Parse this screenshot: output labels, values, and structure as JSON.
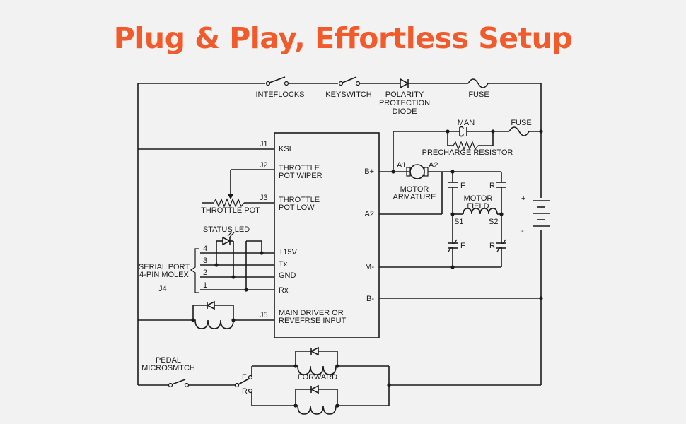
{
  "title": "Plug & Play, Effortless Setup",
  "top_line": {
    "interlocks": "INTEFLOCKS",
    "keyswitch": "KEYSWITCH",
    "diode": [
      "POLARITY",
      "PROTECTION",
      "DIODE"
    ],
    "fuse": "FUSE"
  },
  "controller": {
    "ksi": "KSI",
    "throttle_wiper": [
      "THROTTLE",
      "POT WIPER"
    ],
    "throttle_low": [
      "THROTTLE",
      "POT LOW"
    ],
    "plus15": "+15V",
    "tx": "Tx",
    "gnd": "GND",
    "rx": "Rx",
    "main_driver": [
      "MAIN DRIVER OR",
      "REVEFRSE INPUT"
    ],
    "b_plus": "B+",
    "a2": "A2",
    "m_minus": "M-",
    "b_minus": "B-"
  },
  "connectors": {
    "j1": "J1",
    "j2": "J2",
    "j3": "J3",
    "j4": "J4",
    "j5": "J5"
  },
  "left_side": {
    "throttle_pot": "THROTTLE POT",
    "status_led": "STATUS LED",
    "serial_port": [
      "SERIAL PORT",
      "4-PIN MOLEX"
    ],
    "pins": [
      "4",
      "3",
      "2",
      "1"
    ]
  },
  "motor": {
    "man": "MAN",
    "fuse": "FUSE",
    "precharge": "PRECHARGE RESISTOR",
    "a1": "A1",
    "a2": "A2",
    "armature": [
      "MOTOR",
      "ARMATURE"
    ],
    "field": [
      "MOTOR",
      "FIELD"
    ],
    "f": "F",
    "r": "R",
    "s1": "S1",
    "s2": "S2"
  },
  "battery": {
    "plus": "+",
    "minus": "-"
  },
  "bottom": {
    "pedal": [
      "PEDAL",
      "MICROSMTCH"
    ],
    "f": "F",
    "r": "R",
    "forward": "FORWARD"
  }
}
